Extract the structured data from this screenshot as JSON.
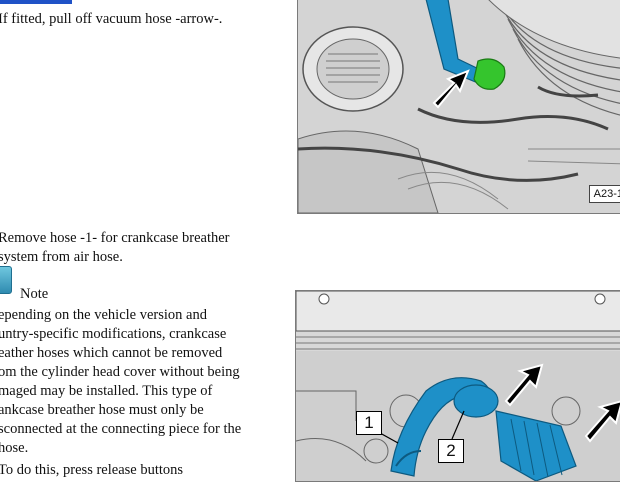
{
  "steps": {
    "vacuum_hose_lines": [
      "If fitted, pull off vacuum hose -arrow-."
    ],
    "breather_hose_lines": [
      "Remove hose -1- for crankcase breather",
      "system from air hose."
    ],
    "release_line": "To do this, press release buttons"
  },
  "note": {
    "title": "Note",
    "lines": [
      "epending on the vehicle version and",
      "untry-specific modifications, crankcase",
      "eather hoses which cannot be removed",
      "om the cylinder head cover without being",
      "maged may be installed. This type of",
      "ankcase breather hose must only be",
      "sconnected at the connecting piece for the",
      " hose."
    ]
  },
  "figures": {
    "top": {
      "label": "A23-1"
    },
    "bottom": {
      "callouts": [
        "1",
        "2"
      ]
    }
  },
  "colors": {
    "hose_blue": "#1e90c8",
    "connector_green": "#35c52d",
    "arrow": "#000000",
    "link_blue": "#1f52c7"
  }
}
